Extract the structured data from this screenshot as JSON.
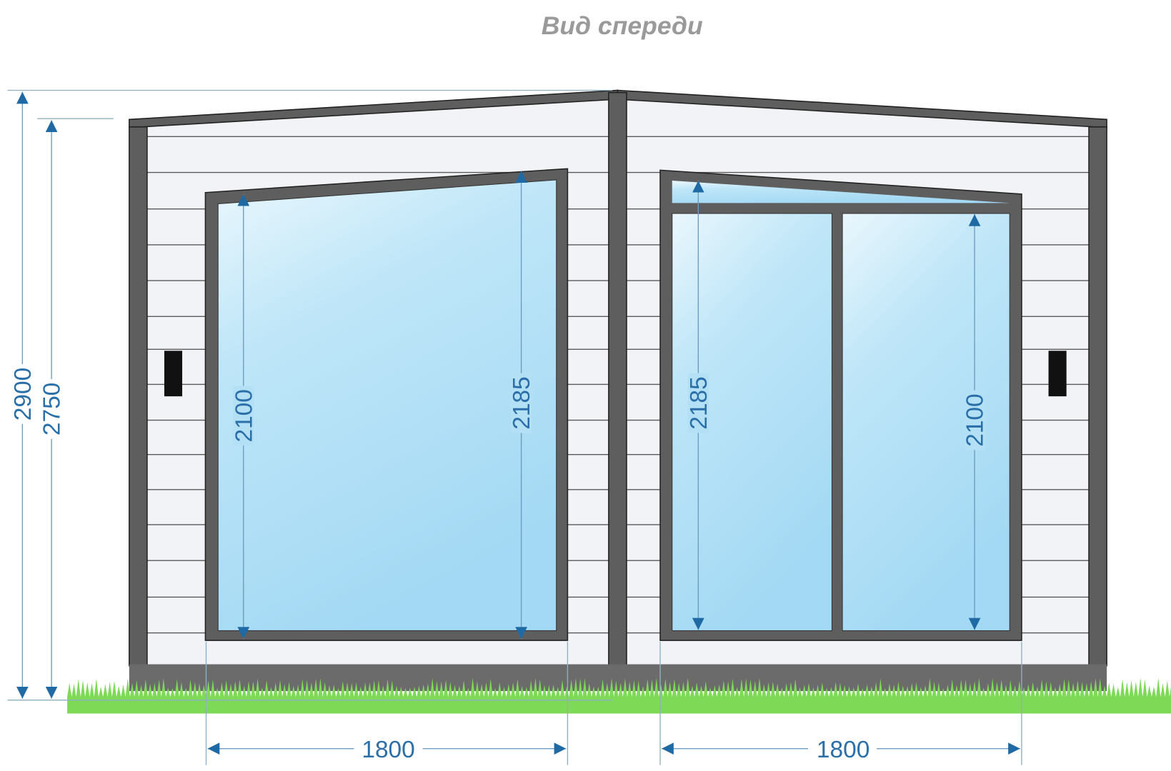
{
  "title": "Вид спереди",
  "dimensions": {
    "total_height": "2900",
    "wall_height": "2750",
    "left_window_left_height": "2100",
    "left_window_right_height": "2185",
    "right_window_left_height": "2185",
    "right_window_right_height": "2100",
    "left_window_width": "1800",
    "right_window_width": "1800"
  },
  "colors": {
    "frame": "#5e5e5e",
    "dimension": "#1f6aa5",
    "glass": "#a8dcf5",
    "grass": "#7ed957",
    "siding": "#f1f3f6"
  }
}
